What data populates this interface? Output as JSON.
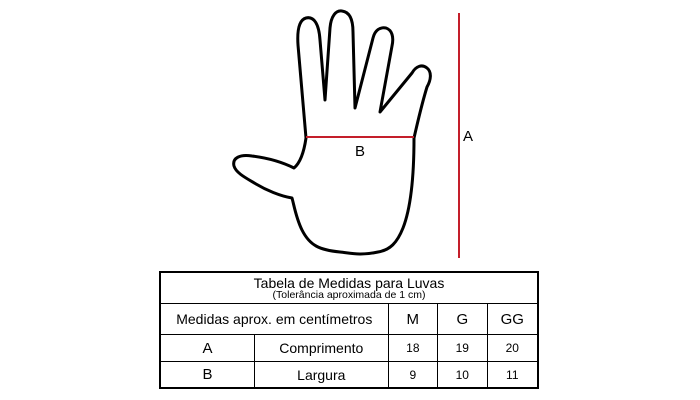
{
  "figure": {
    "label_a": "A",
    "label_b": "B",
    "outline_color": "#000000",
    "measure_color": "#c41e2a"
  },
  "table": {
    "title": "Tabela de Medidas para Luvas",
    "subtitle": "(Tolerância aproximada de 1 cm)",
    "header_label": "Medidas aprox. em centímetros",
    "sizes": [
      "M",
      "G",
      "GG"
    ],
    "rows": [
      {
        "key": "A",
        "name": "Comprimento",
        "values": [
          "18",
          "19",
          "20"
        ]
      },
      {
        "key": "B",
        "name": "Largura",
        "values": [
          "9",
          "10",
          "11"
        ]
      }
    ]
  }
}
